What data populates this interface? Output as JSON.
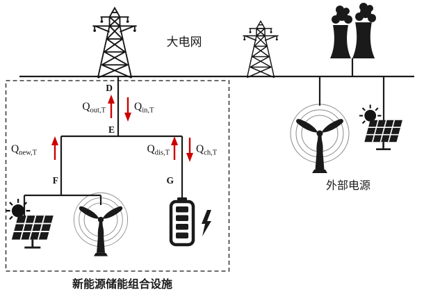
{
  "labels": {
    "grid": "大电网",
    "external_source": "外部电源",
    "facility": "新能源储能组合设施"
  },
  "nodes": {
    "d": "D",
    "e": "E",
    "f": "F",
    "g": "G"
  },
  "flows": {
    "q_out": {
      "base": "Q",
      "sub": "out,T"
    },
    "q_in": {
      "base": "Q",
      "sub": "in,T"
    },
    "q_new": {
      "base": "Q",
      "sub": "new,T"
    },
    "q_dis": {
      "base": "Q",
      "sub": "dis,T"
    },
    "q_ch": {
      "base": "Q",
      "sub": "ch,T"
    }
  },
  "icons": {
    "transmission_tower": "transmission-tower-icon",
    "power_plant": "thermal-plant-icon",
    "wind_turbine": "wind-turbine-icon",
    "solar_panel": "solar-panel-icon",
    "sun": "sun-icon",
    "battery": "battery-storage-icon",
    "lightning": "lightning-bolt-icon"
  },
  "colors": {
    "arrow": "#cc0000",
    "line": "#1a1a1a",
    "background": "#ffffff"
  }
}
